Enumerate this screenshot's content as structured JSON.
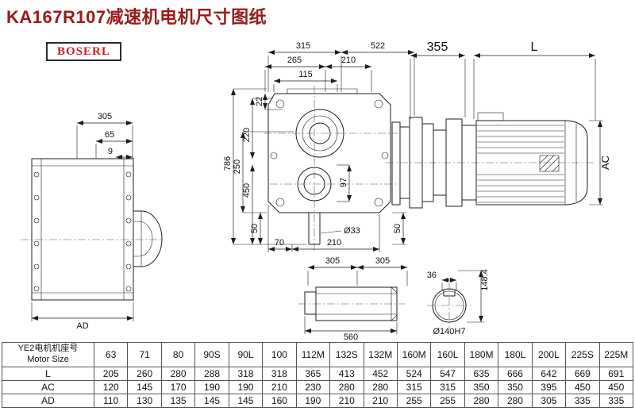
{
  "title": "KA167R107减速机电机尺寸图纸",
  "logo": "BOSERL",
  "colors": {
    "title_text": "#9a1a1a",
    "logo_text": "#cc2222",
    "line": "#1c1c1c"
  },
  "dims": {
    "left_305": "305",
    "left_65": "65",
    "left_9": "9",
    "left_ad": "AD",
    "front_315": "315",
    "front_522": "522",
    "front_265": "265",
    "front_210_top": "210",
    "front_115": "115",
    "front_22": "22",
    "front_220": "220",
    "front_250": "250",
    "front_450": "450",
    "front_786": "786",
    "front_97": "97",
    "front_50_left": "50",
    "front_70": "70",
    "front_210_bottom": "210",
    "front_d33": "Ø33",
    "front_50_right": "50",
    "motor_355": "355",
    "motor_L": "L",
    "motor_AC": "AC",
    "shaft_305_a": "305",
    "shaft_305_b": "305",
    "shaft_560": "560",
    "sect_36": "36",
    "sect_148": "148.4",
    "sect_d140": "Ø140H7"
  },
  "table": {
    "header_cn": "YE2电机机座号",
    "header_en": "Motor Size",
    "columns": [
      "63",
      "71",
      "80",
      "90S",
      "90L",
      "100",
      "112M",
      "132S",
      "132M",
      "160M",
      "160L",
      "180M",
      "180L",
      "200L",
      "225S",
      "225M"
    ],
    "rows": [
      {
        "label": "L",
        "values": [
          "205",
          "260",
          "280",
          "288",
          "318",
          "318",
          "365",
          "413",
          "452",
          "524",
          "547",
          "635",
          "666",
          "642",
          "669",
          "691"
        ]
      },
      {
        "label": "AC",
        "values": [
          "120",
          "145",
          "170",
          "190",
          "190",
          "210",
          "230",
          "280",
          "280",
          "315",
          "315",
          "350",
          "350",
          "395",
          "450",
          "450"
        ]
      },
      {
        "label": "AD",
        "values": [
          "110",
          "130",
          "135",
          "145",
          "145",
          "160",
          "190",
          "210",
          "210",
          "255",
          "255",
          "280",
          "280",
          "305",
          "335",
          "335"
        ]
      }
    ]
  }
}
